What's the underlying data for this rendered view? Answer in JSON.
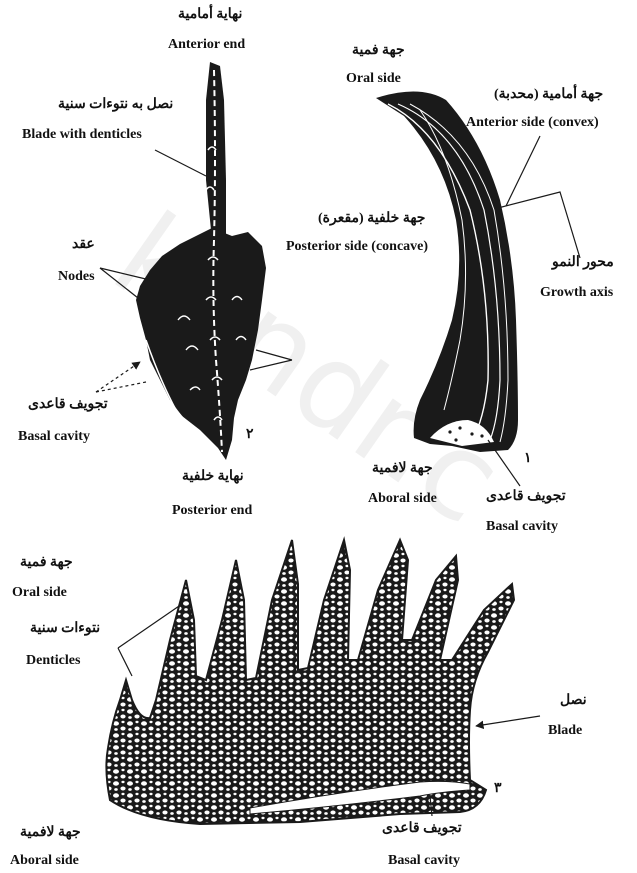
{
  "watermark": {
    "text": "kandr.c",
    "color": "#000000"
  },
  "colors": {
    "ink": "#1a1a1a",
    "paper": "#ffffff"
  },
  "figure2": {
    "number": "٢",
    "anterior_end": {
      "ar": "نهاية أمامية",
      "en": "Anterior end"
    },
    "blade": {
      "ar": "نصل به نتوءات سنية",
      "en": "Blade with denticles"
    },
    "nodes": {
      "ar": "عقد",
      "en": "Nodes"
    },
    "basal_cavity": {
      "ar": "تجويف قاعدى",
      "en": "Basal cavity"
    },
    "posterior_end": {
      "ar": "نهاية خلفية",
      "en": "Posterior end"
    }
  },
  "figure1": {
    "number": "١",
    "oral_side": {
      "ar": "جهة فمية",
      "en": "Oral side"
    },
    "anterior_side": {
      "ar": "جهة أمامية (محدبة)",
      "en": "Anterior side (convex)"
    },
    "posterior_side": {
      "ar": "جهة خلفية (مقعرة)",
      "en": "Posterior side (concave)"
    },
    "growth_axis": {
      "ar": "محور النمو",
      "en": "Growth axis"
    },
    "aboral_side": {
      "ar": "جهة لافمية",
      "en": "Aboral side"
    },
    "basal_cavity": {
      "ar": "تجويف قاعدى",
      "en": "Basal cavity"
    }
  },
  "figure3": {
    "number": "٣",
    "oral_side": {
      "ar": "جهة فمية",
      "en": "Oral side"
    },
    "denticles": {
      "ar": "نتوءات سنية",
      "en": "Denticles"
    },
    "blade": {
      "ar": "نصل",
      "en": "Blade"
    },
    "aboral_side": {
      "ar": "جهة لافمية",
      "en": "Aboral side"
    },
    "basal_cavity": {
      "ar": "تجويف قاعدى",
      "en": "Basal cavity"
    }
  }
}
